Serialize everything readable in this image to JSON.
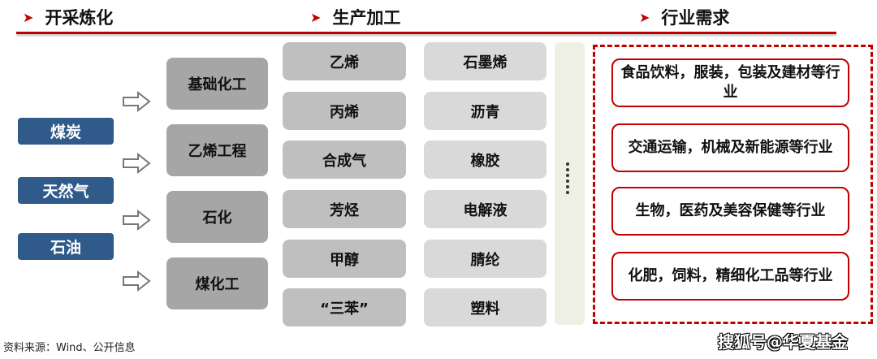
{
  "headers": [
    "开采炼化",
    "生产加工",
    "行业需求"
  ],
  "sources": [
    "煤炭",
    "天然气",
    "石油"
  ],
  "processes": [
    "基础化工",
    "乙烯工程",
    "石化",
    "煤化工"
  ],
  "products_col1": [
    "乙烯",
    "丙烯",
    "合成气",
    "芳烃",
    "甲醇",
    "“三苯”"
  ],
  "products_col2": [
    "石墨烯",
    "沥青",
    "橡胶",
    "电解液",
    "腈纶",
    "塑料"
  ],
  "industries": [
    "食品饮料，服装，包装及建材等行业",
    "交通运输，机械及新能源等行业",
    "生物，医药及美容保健等行业",
    "化肥，饲料，精细化工品等行业"
  ],
  "footer": "资料来源：Wind、公开信息",
  "watermark": "搜狐号@华夏基金",
  "colors": {
    "accent": "#c00000",
    "source": "#2f5a8a"
  }
}
